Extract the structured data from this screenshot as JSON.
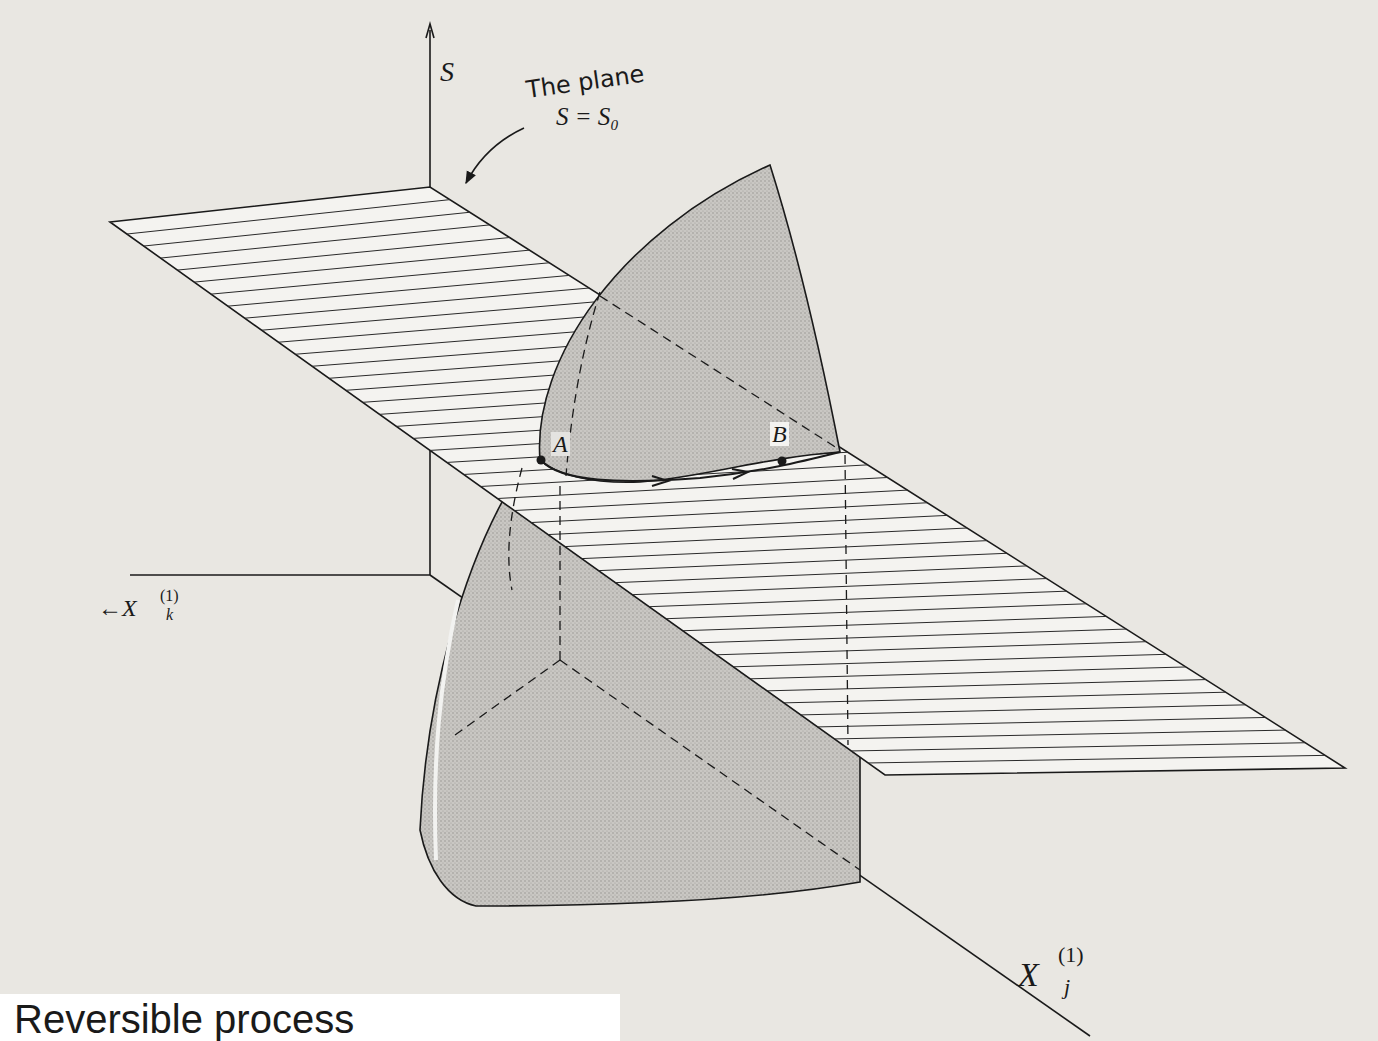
{
  "diagram": {
    "labels": [
      "S",
      "The plane",
      "S = S₀",
      "A",
      "B",
      "←X",
      "(1)",
      "k",
      "X",
      "(1)",
      "j",
      "Reversible process"
    ]
  }
}
